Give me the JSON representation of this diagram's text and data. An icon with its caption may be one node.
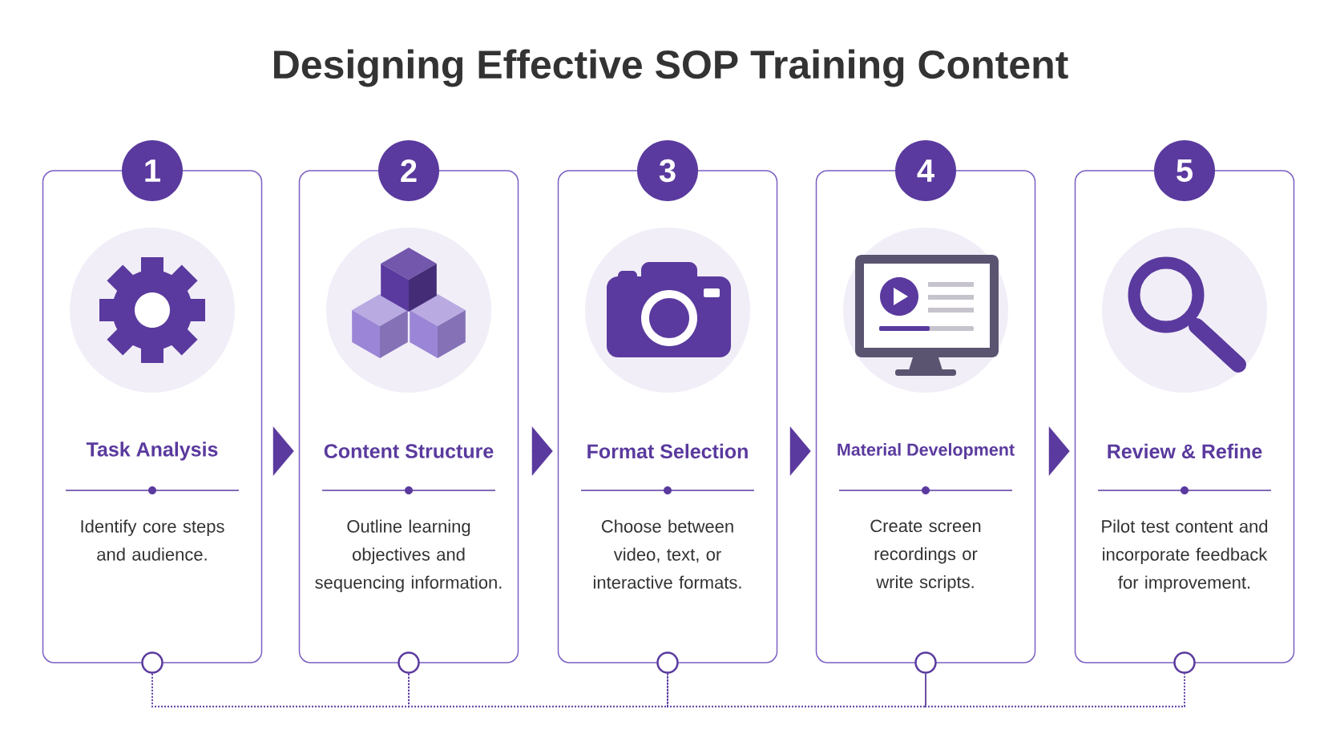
{
  "diagram": {
    "title": "Designing Effective SOP Training Content",
    "nodes": [
      {
        "text": [
          "Task Analysis",
          "Identify core steps and audience."
        ]
      },
      {
        "text": [
          "Content Structure",
          "Outline learning objectives and sequencing information."
        ]
      },
      {
        "text": [
          "Format Selection",
          "Choose between video, text, or interactive formats."
        ]
      },
      {
        "text": [
          "Material Development",
          "Create screen recordings or write scripts."
        ]
      },
      {
        "text": [
          "Review & Refine",
          "Pilot test content and incorporate feedback for improvement."
        ]
      },
      {
        "text": [
          "1"
        ]
      },
      {
        "text": [
          "2"
        ]
      },
      {
        "text": [
          "3"
        ]
      },
      {
        "text": [
          "4"
        ]
      },
      {
        "text": [
          "5"
        ]
      },
      {
        "text": [],
        "shape": "circle"
      },
      {
        "text": [],
        "shape": "circle"
      },
      {
        "text": [],
        "shape": "circle"
      },
      {
        "text": [],
        "shape": "circle"
      },
      {
        "text": [],
        "shape": "circle"
      }
    ],
    "edges": [
      {
        "from": 0,
        "to": 1,
        "arrow": "to"
      },
      {
        "from": 1,
        "to": 2,
        "arrow": "to"
      },
      {
        "from": 2,
        "to": 3,
        "arrow": "to"
      },
      {
        "from": 3,
        "to": 4,
        "arrow": "to"
      },
      {
        "from": 10,
        "to": 11,
        "arrow": "none",
        "style": "dashed"
      },
      {
        "from": 11,
        "to": 12,
        "arrow": "none",
        "style": "dashed"
      },
      {
        "from": 12,
        "to": 13,
        "arrow": "none",
        "style": "dashed"
      },
      {
        "from": 13,
        "to": 14,
        "arrow": "none",
        "style": "dashed"
      }
    ]
  }
}
